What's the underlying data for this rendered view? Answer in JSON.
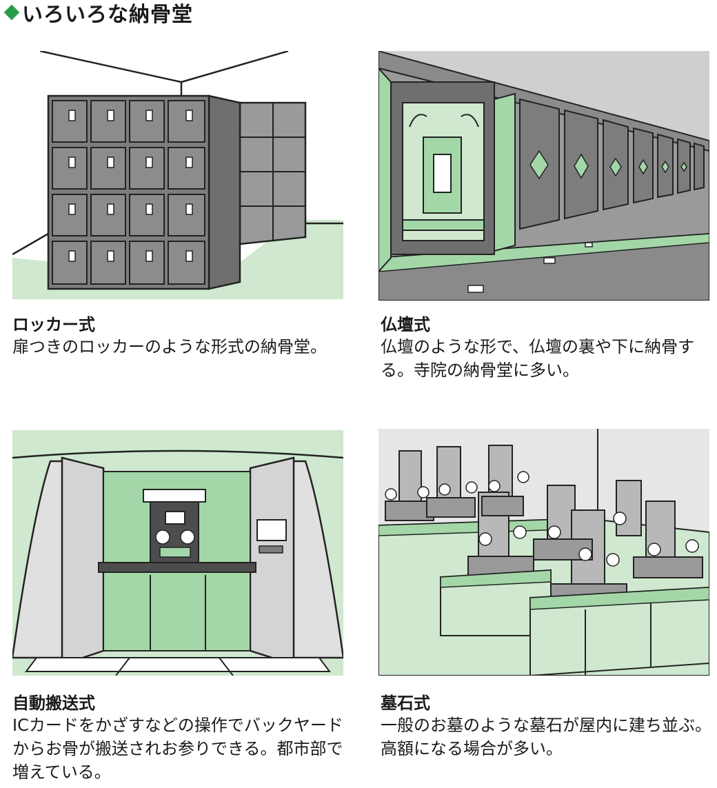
{
  "page": {
    "title": "いろいろな納骨堂",
    "title_marker_icon": "green-diamond-icon",
    "accent_color": "#2a9d4a",
    "illustration_green": "#a3d7a8",
    "illustration_light_green": "#cfe8cf",
    "illustration_gray": "#7d7d7d"
  },
  "items": [
    {
      "title": "ロッカー式",
      "description": "扉つきのロッカーのような形式の納骨堂。"
    },
    {
      "title": "仏壇式",
      "description": "仏壇のような形で、仏壇の裏や下に納骨する。寺院の納骨堂に多い。"
    },
    {
      "title": "自動搬送式",
      "description": "ICカードをかざすなどの操作でバックヤードからお骨が搬送されお参りできる。都市部で増えている。"
    },
    {
      "title": "墓石式",
      "description": "一般のお墓のような墓石が屋内に建ち並ぶ。高額になる場合が多い。"
    }
  ]
}
